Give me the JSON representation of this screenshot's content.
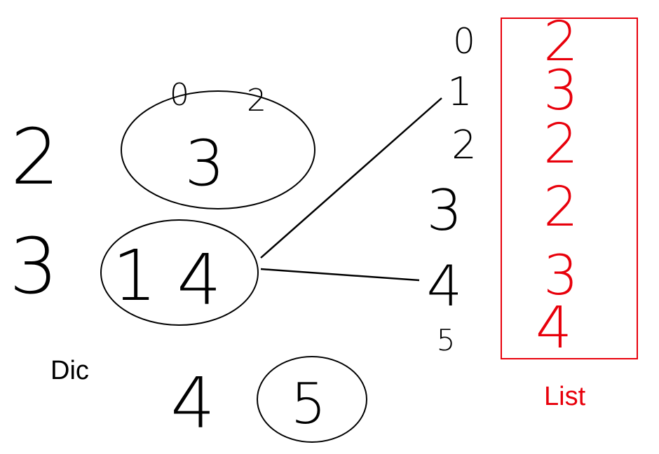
{
  "labels": {
    "dic": "Dic",
    "list": "List"
  },
  "dic_keys": [
    "2",
    "3",
    "4"
  ],
  "dic_groups": [
    {
      "values": [
        "0",
        "2",
        "3"
      ]
    },
    {
      "values": [
        "1",
        "4"
      ]
    },
    {
      "values": [
        "5"
      ]
    }
  ],
  "index_column": [
    "0",
    "1",
    "2",
    "3",
    "4",
    "5"
  ],
  "list_values": [
    "2",
    "3",
    "2",
    "2",
    "3",
    "4"
  ],
  "colors": {
    "ink": "#000000",
    "list": "#e8000b"
  }
}
